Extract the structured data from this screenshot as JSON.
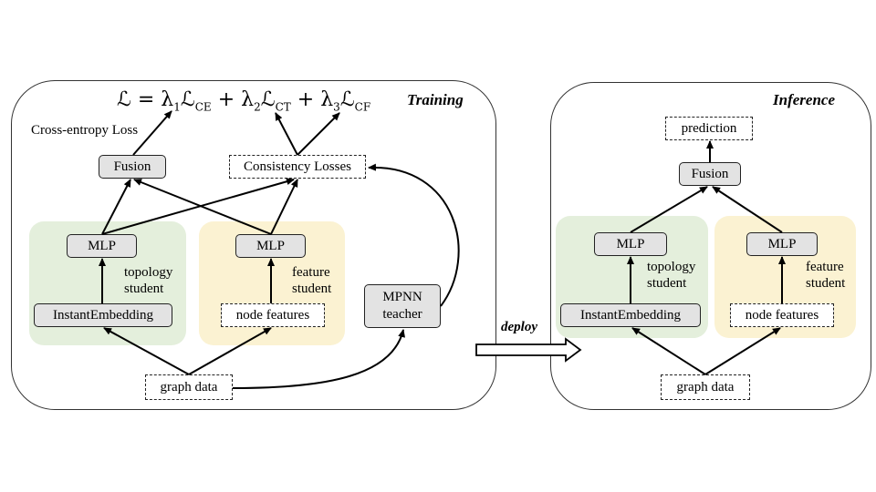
{
  "training": {
    "title": "Training",
    "formula": "ℒ = λ₁ℒCE + λ₂ℒCT + λ₃ℒCF",
    "formula_parts": {
      "lhs": "ℒ",
      "eq": "=",
      "l1": "λ",
      "s1": "1",
      "L": "ℒ",
      "ce": "CE",
      "plus": "+",
      "s2": "2",
      "ct": "CT",
      "s3": "3",
      "cf": "CF"
    },
    "ce_loss_label": "Cross-entropy Loss",
    "fusion": "Fusion",
    "consistency": "Consistency Losses",
    "mlp_topology": "MLP",
    "mlp_feature": "MLP",
    "topology_student": "topology\nstudent",
    "feature_student": "feature\nstudent",
    "instant_embedding": "InstantEmbedding",
    "node_features": "node features",
    "teacher": "MPNN\nteacher",
    "graph_data": "graph data"
  },
  "deploy": {
    "label": "deploy"
  },
  "inference": {
    "title": "Inference",
    "prediction": "prediction",
    "fusion": "Fusion",
    "mlp_topology": "MLP",
    "mlp_feature": "MLP",
    "topology_student": "topology\nstudent",
    "feature_student": "feature\nstudent",
    "instant_embedding": "InstantEmbedding",
    "node_features": "node features",
    "graph_data": "graph data"
  },
  "colors": {
    "topology_region": "#e4efdc",
    "feature_region": "#fbf2d2",
    "box_fill": "#e3e3e3"
  }
}
